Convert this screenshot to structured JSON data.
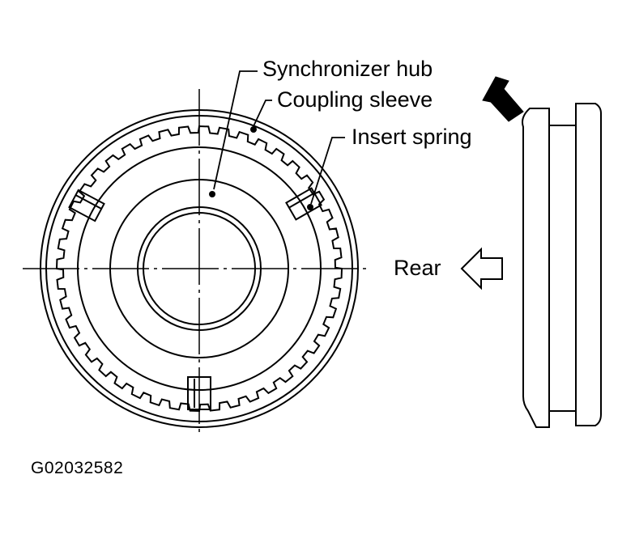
{
  "labels": {
    "synchronizer_hub": "Synchronizer hub",
    "coupling_sleeve": "Coupling sleeve",
    "insert_spring": "Insert spring",
    "rear": "Rear"
  },
  "figure_code": "G02032582",
  "colors": {
    "line": "#000000",
    "background": "#ffffff"
  }
}
